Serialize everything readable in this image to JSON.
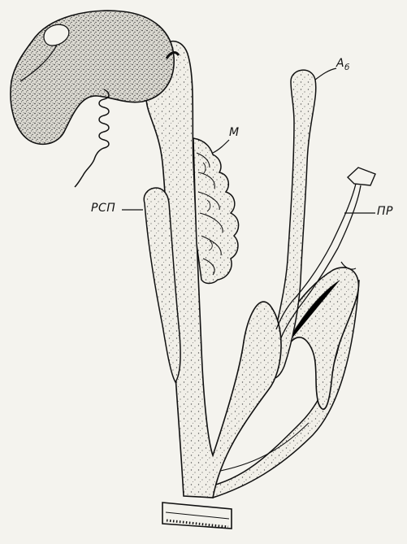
{
  "figure": {
    "labels": {
      "a_main": "A",
      "a_sub": "б",
      "m": "M",
      "rsp": "РСП",
      "pr": "ПР"
    },
    "colors": {
      "ink": "#111111",
      "paper": "#f4f3ee",
      "stipple": "#4a4a4a"
    }
  }
}
